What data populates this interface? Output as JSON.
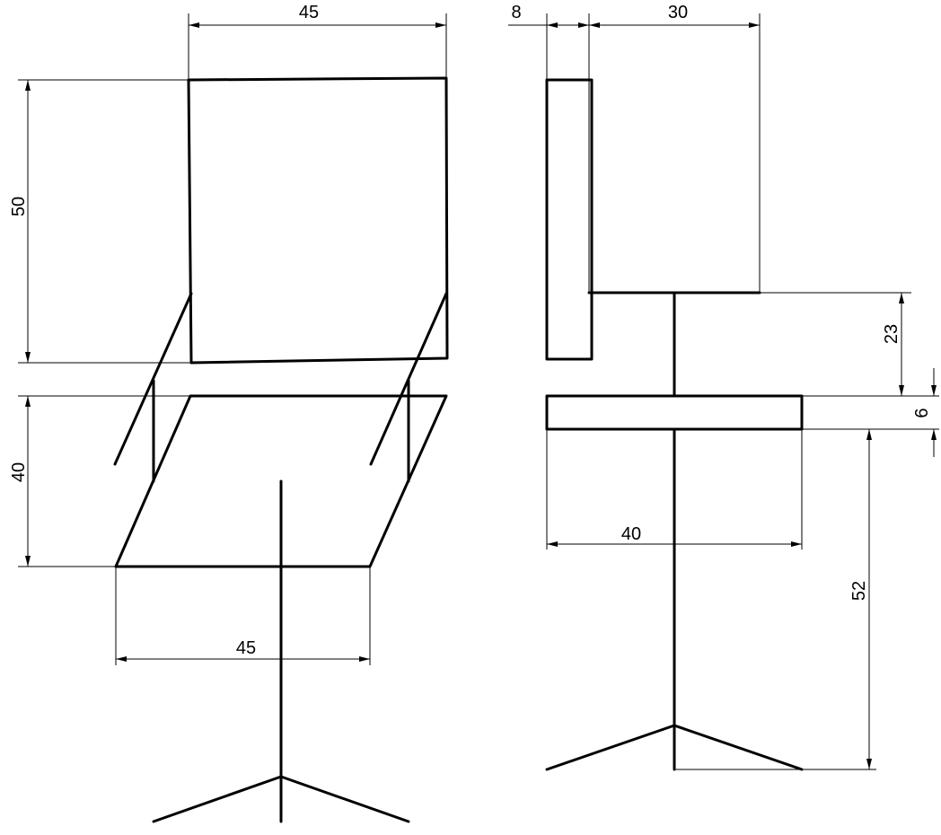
{
  "colors": {
    "line": "#000000",
    "background": "#ffffff"
  },
  "front_view": {
    "backrest_width": "45",
    "backrest_height": "50",
    "seat_depth": "40",
    "seat_width": "45"
  },
  "side_view": {
    "backrest_thickness": "8",
    "backrest_extent": "30",
    "gap_height": "23",
    "seat_thickness": "6",
    "seat_depth": "40",
    "leg_height": "52"
  }
}
